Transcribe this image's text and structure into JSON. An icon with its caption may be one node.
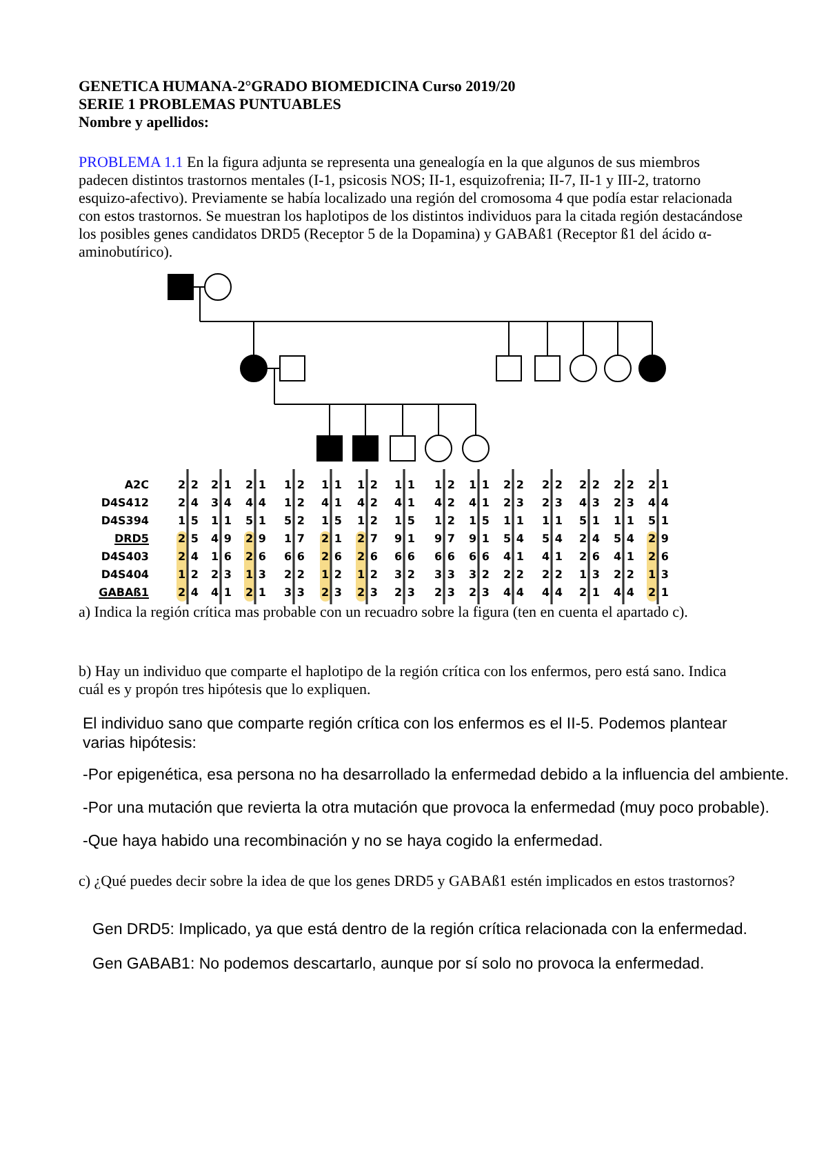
{
  "diagram": {
    "labels": [
      "GENETICA HUMANA-2°GRADO BIOMEDICINA Curso 2019/20",
      "SERIE 1 PROBLEMAS PUNTUABLES",
      "Nombre y apellidos:",
      "PROBLEMA 1.1",
      "En la figura adjunta se representa una genealogía en la que algunos de sus miembros padecen distintos trastornos mentales (I-1, psicosis NOS; II-1, esquizofrenia; II-7, II-1 y III-2, tratorno esquizo-afectivo). Previamente se había localizado una región del cromosoma 4 que podía estar relacionada con estos trastornos. Se muestran los haplotipos de los distintos individuos para la citada región destacándose los posibles genes candidatos DRD5 (Receptor 5 de la Dopamina) y GABAß1 (Receptor ß1 del ácido α-aminobutírico).",
      "A2C",
      "2 2",
      "2 1",
      "2 1",
      "1 2",
      "1 1",
      "1 2",
      "1 1",
      "1 2",
      "1 1",
      "2 2",
      "2 2",
      "2 2",
      "2 2",
      "2 1",
      "D4S412",
      "2 4",
      "3 4",
      "4 4",
      "1 2",
      "4 1",
      "4 2",
      "4 1",
      "4 2",
      "4 1",
      "2 3",
      "2 3",
      "4 3",
      "2 3",
      "4 4",
      "D4S394",
      "1 5",
      "1 1",
      "5 1",
      "5 2",
      "1 5",
      "1 2",
      "1 5",
      "1 2",
      "1 5",
      "1 1",
      "1 1",
      "5 1",
      "1 1",
      "5 1",
      "DRD5",
      "2 5",
      "4 9",
      "2 9",
      "1 7",
      "2 1",
      "2 7",
      "9 1",
      "9 7",
      "9 1",
      "5 4",
      "5 4",
      "2 4",
      "5 4",
      "2 9",
      "D4S403",
      "2 4",
      "1 6",
      "2 6",
      "6 6",
      "2 6",
      "2 6",
      "6 6",
      "6 6",
      "6 6",
      "4 1",
      "4 1",
      "2 6",
      "4 1",
      "2 6",
      "D4S404",
      "1 2",
      "2 3",
      "1 3",
      "2 2",
      "1 2",
      "1 2",
      "3 2",
      "3 3",
      "3 2",
      "2 2",
      "2 2",
      "1 3",
      "2 2",
      "1 3",
      "GABAß1",
      "2 4",
      "4 1",
      "2 1",
      "3 3",
      "2 3",
      "2 3",
      "2 3",
      "2 3",
      "2 3",
      "4 4",
      "4 4",
      "2 1",
      "4 4",
      "2 1",
      "a) Indica la región crítica mas probable con un recuadro sobre la figura (ten en cuenta el apartado c).",
      "b) Hay un individuo que comparte el haplotipo de la región crítica con los enfermos, pero está sano. Indica cuál es y propón tres hipótesis que lo expliquen.",
      "El individuo sano que comparte región crítica con los enfermos es el II-5. Podemos plantear varias hipótesis:",
      "-Por epigenética, esa persona no ha desarrollado la enfermedad debido a la influencia del ambiente.",
      "-Por una mutación que revierta la otra mutación que provoca la enfermedad (muy poco probable).",
      "-Que haya habido una recombinación y no se haya cogido la enfermedad.",
      "c) ¿Qué puedes decir sobre la idea de que los genes DRD5 y GABAß1 estén implicados en estos trastornos?",
      "Gen DRD5: Implicado, ya que está dentro de la región crítica relacionada con la enfermedad.",
      "Gen GABAB1: No podemos descartarlo, aunque por sí solo no provoca la enfermedad."
    ]
  }
}
